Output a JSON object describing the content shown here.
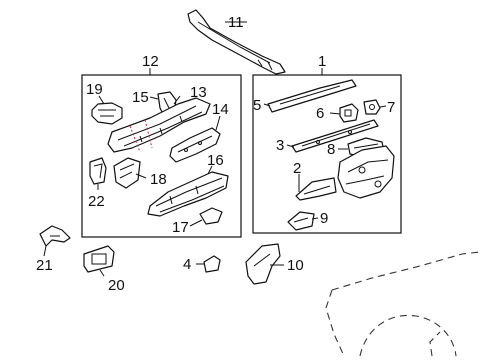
{
  "callouts": {
    "c1": "1",
    "c2": "2",
    "c3": "3",
    "c4": "4",
    "c5": "5",
    "c6": "6",
    "c7": "7",
    "c8": "8",
    "c9": "9",
    "c10": "10",
    "c11": "11",
    "c12": "12",
    "c13": "13",
    "c14": "14",
    "c15": "15",
    "c16": "16",
    "c17": "17",
    "c18": "18",
    "c19": "19",
    "c20": "20",
    "c21": "21",
    "c22": "22"
  },
  "colors": {
    "line": "#111111",
    "highlight": "#e0202a",
    "background": "#ffffff"
  }
}
